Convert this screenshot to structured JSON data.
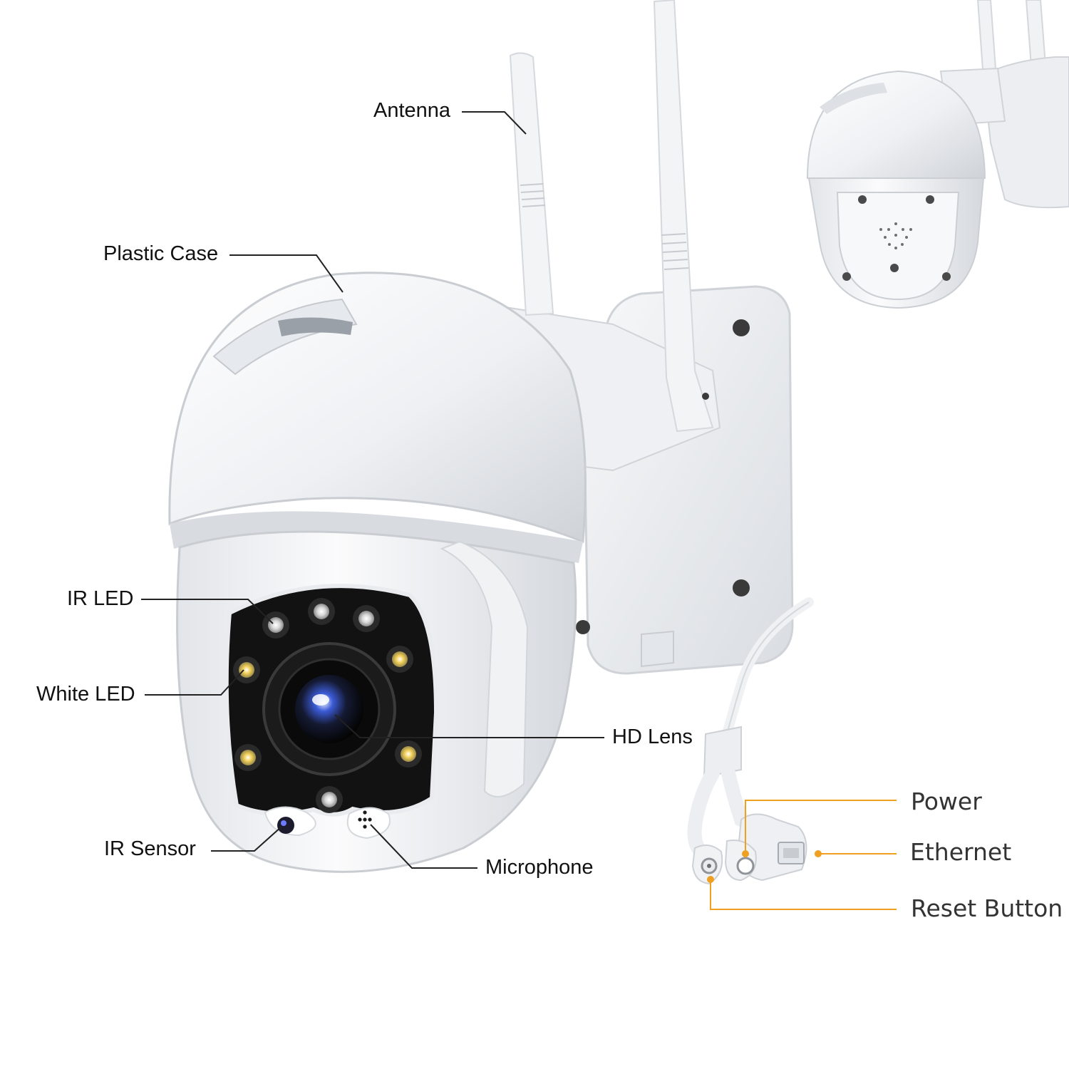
{
  "labels": {
    "antenna": "Antenna",
    "plastic_case": "Plastic Case",
    "ir_led": "IR LED",
    "white_led": "White LED",
    "hd_lens": "HD Lens",
    "ir_sensor": "IR Sensor",
    "microphone": "Microphone",
    "power": "Power",
    "ethernet": "Ethernet",
    "reset_button": "Reset Button"
  },
  "colors": {
    "leader_line": "#222222",
    "port_leader": "#f0a020",
    "white_led_glow": "#f3d25a",
    "ir_led_body": "#d8d8d8",
    "lens_blue": "#3b5bd6",
    "camera_body": "#f4f5f7",
    "lens_panel": "#121212"
  }
}
